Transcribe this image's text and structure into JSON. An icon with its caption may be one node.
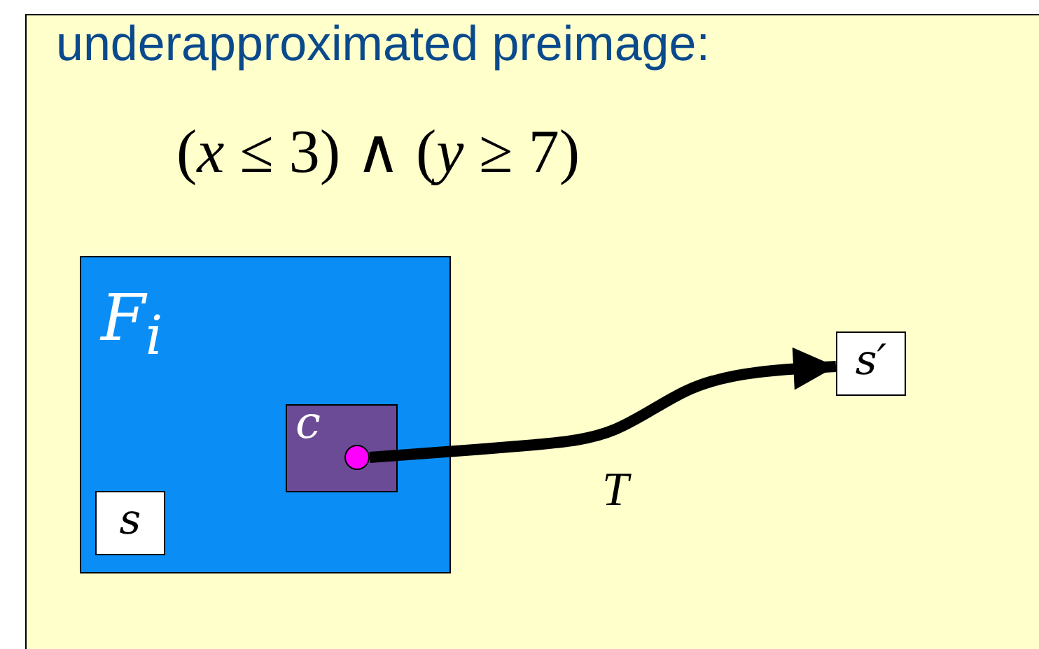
{
  "diagram": {
    "title": "underapproximated preimage:",
    "nodes": [
      {
        "text": [
          "F$_{i}$"
        ]
      },
      {
        "text": [
          "s"
        ],
        "in": 0
      },
      {
        "text": [
          "c"
        ],
        "in": 0
      },
      {
        "text": [],
        "shape": "circle",
        "in": 2
      },
      {
        "text": [
          "s′"
        ]
      }
    ],
    "edges": [
      {
        "from": 3,
        "to": 4,
        "arrow": "to",
        "label": "T"
      }
    ],
    "labels": [
      "(*x* ≤ 3) ∧ (*y* ≥ 7)"
    ]
  }
}
